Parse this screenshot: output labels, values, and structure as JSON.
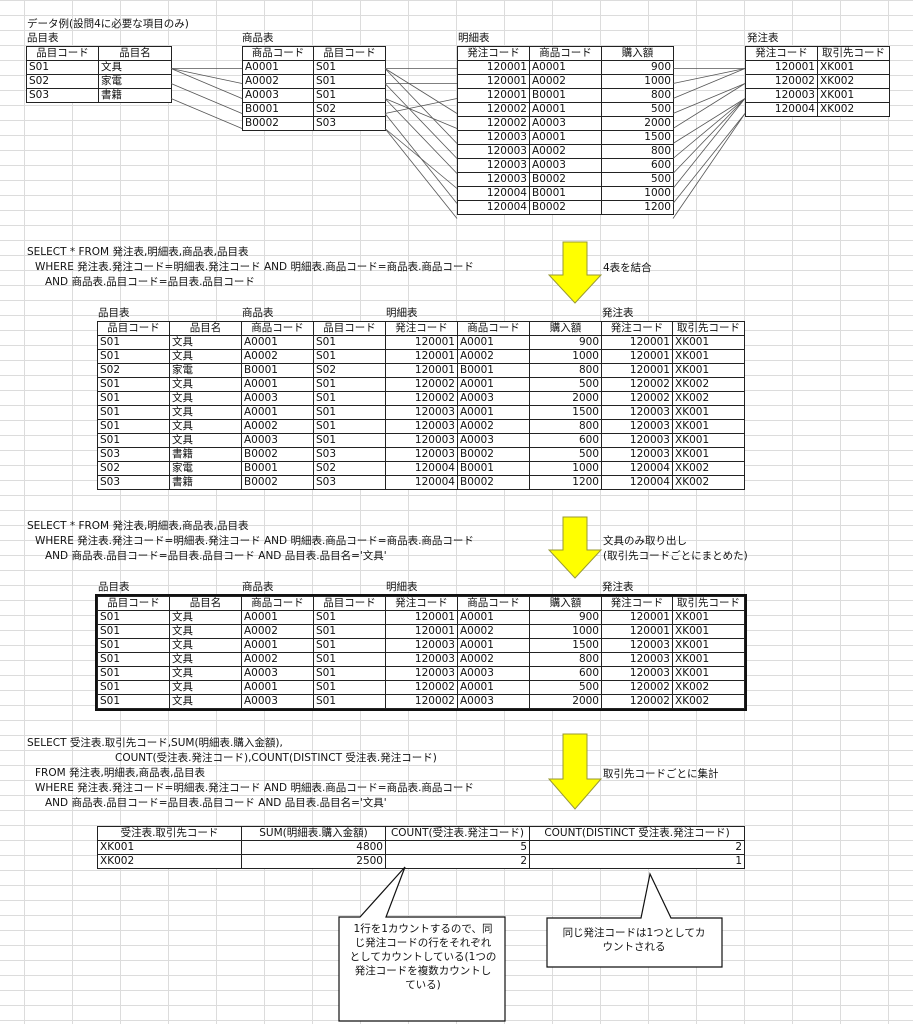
{
  "header": "データ例(設問4に必要な項目のみ)",
  "captions": {
    "hinmoku": "品目表",
    "shohin": "商品表",
    "meisai": "明細表",
    "hatchu": "発注表"
  },
  "colors": {
    "arrow_fill": "#ffff00",
    "arrow_stroke": "#999933",
    "line": "#555555",
    "grid": "#dcdcdc"
  },
  "top": {
    "hinmoku": {
      "headers": [
        "品目コード",
        "品目名"
      ],
      "rows": [
        [
          "S01",
          "文具"
        ],
        [
          "S02",
          "家電"
        ],
        [
          "S03",
          "書籍"
        ]
      ]
    },
    "shohin": {
      "headers": [
        "商品コード",
        "品目コード"
      ],
      "rows": [
        [
          "A0001",
          "S01"
        ],
        [
          "A0002",
          "S01"
        ],
        [
          "A0003",
          "S01"
        ],
        [
          "B0001",
          "S02"
        ],
        [
          "B0002",
          "S03"
        ]
      ]
    },
    "meisai": {
      "headers": [
        "発注コード",
        "商品コード",
        "購入額"
      ],
      "rows": [
        [
          "120001",
          "A0001",
          "900"
        ],
        [
          "120001",
          "A0002",
          "1000"
        ],
        [
          "120001",
          "B0001",
          "800"
        ],
        [
          "120002",
          "A0001",
          "500"
        ],
        [
          "120002",
          "A0003",
          "2000"
        ],
        [
          "120003",
          "A0001",
          "1500"
        ],
        [
          "120003",
          "A0002",
          "800"
        ],
        [
          "120003",
          "A0003",
          "600"
        ],
        [
          "120003",
          "B0002",
          "500"
        ],
        [
          "120004",
          "B0001",
          "1000"
        ],
        [
          "120004",
          "B0002",
          "1200"
        ]
      ]
    },
    "hatchu": {
      "headers": [
        "発注コード",
        "取引先コード"
      ],
      "rows": [
        [
          "120001",
          "XK001"
        ],
        [
          "120002",
          "XK002"
        ],
        [
          "120003",
          "XK001"
        ],
        [
          "120004",
          "XK002"
        ]
      ]
    }
  },
  "section1": {
    "sql": [
      "SELECT * FROM 発注表,明細表,商品表,品目表",
      "WHERE 発注表.発注コード=明細表.発注コード AND 明細表.商品コード=商品表.商品コード",
      "AND 商品表.品目コード=品目表.品目コード"
    ],
    "note": "4表を結合",
    "headers": [
      "品目コード",
      "品目名",
      "商品コード",
      "品目コード",
      "発注コード",
      "商品コード",
      "購入額",
      "発注コード",
      "取引先コード"
    ],
    "rows": [
      [
        "S01",
        "文具",
        "A0001",
        "S01",
        "120001",
        "A0001",
        "900",
        "120001",
        "XK001"
      ],
      [
        "S01",
        "文具",
        "A0002",
        "S01",
        "120001",
        "A0002",
        "1000",
        "120001",
        "XK001"
      ],
      [
        "S02",
        "家電",
        "B0001",
        "S02",
        "120001",
        "B0001",
        "800",
        "120001",
        "XK001"
      ],
      [
        "S01",
        "文具",
        "A0001",
        "S01",
        "120002",
        "A0001",
        "500",
        "120002",
        "XK002"
      ],
      [
        "S01",
        "文具",
        "A0003",
        "S01",
        "120002",
        "A0003",
        "2000",
        "120002",
        "XK002"
      ],
      [
        "S01",
        "文具",
        "A0001",
        "S01",
        "120003",
        "A0001",
        "1500",
        "120003",
        "XK001"
      ],
      [
        "S01",
        "文具",
        "A0002",
        "S01",
        "120003",
        "A0002",
        "800",
        "120003",
        "XK001"
      ],
      [
        "S01",
        "文具",
        "A0003",
        "S01",
        "120003",
        "A0003",
        "600",
        "120003",
        "XK001"
      ],
      [
        "S03",
        "書籍",
        "B0002",
        "S03",
        "120003",
        "B0002",
        "500",
        "120003",
        "XK001"
      ],
      [
        "S02",
        "家電",
        "B0001",
        "S02",
        "120004",
        "B0001",
        "1000",
        "120004",
        "XK002"
      ],
      [
        "S03",
        "書籍",
        "B0002",
        "S03",
        "120004",
        "B0002",
        "1200",
        "120004",
        "XK002"
      ]
    ]
  },
  "section2": {
    "sql": [
      "SELECT * FROM 発注表,明細表,商品表,品目表",
      "WHERE 発注表.発注コード=明細表.発注コード AND 明細表.商品コード=商品表.商品コード",
      "AND 商品表.品目コード=品目表.品目コード AND 品目表.品目名='文具'"
    ],
    "note1": "文具のみ取り出し",
    "note2": "(取引先コードごとにまとめた)",
    "headers": [
      "品目コード",
      "品目名",
      "商品コード",
      "品目コード",
      "発注コード",
      "商品コード",
      "購入額",
      "発注コード",
      "取引先コード"
    ],
    "rows": [
      [
        "S01",
        "文具",
        "A0001",
        "S01",
        "120001",
        "A0001",
        "900",
        "120001",
        "XK001"
      ],
      [
        "S01",
        "文具",
        "A0002",
        "S01",
        "120001",
        "A0002",
        "1000",
        "120001",
        "XK001"
      ],
      [
        "S01",
        "文具",
        "A0001",
        "S01",
        "120003",
        "A0001",
        "1500",
        "120003",
        "XK001"
      ],
      [
        "S01",
        "文具",
        "A0002",
        "S01",
        "120003",
        "A0002",
        "800",
        "120003",
        "XK001"
      ],
      [
        "S01",
        "文具",
        "A0003",
        "S01",
        "120003",
        "A0003",
        "600",
        "120003",
        "XK001"
      ],
      [
        "S01",
        "文具",
        "A0001",
        "S01",
        "120002",
        "A0001",
        "500",
        "120002",
        "XK002"
      ],
      [
        "S01",
        "文具",
        "A0003",
        "S01",
        "120002",
        "A0003",
        "2000",
        "120002",
        "XK002"
      ]
    ]
  },
  "section3": {
    "sql": [
      "SELECT 受注表.取引先コード,SUM(明細表.購入金額),",
      "COUNT(受注表.発注コード),COUNT(DISTINCT 受注表.発注コード)",
      "FROM 発注表,明細表,商品表,品目表",
      "WHERE 発注表.発注コード=明細表.発注コード AND 明細表.商品コード=商品表.商品コード",
      "AND 商品表.品目コード=品目表.品目コード AND 品目表.品目名='文具'"
    ],
    "note": "取引先コードごとに集計",
    "headers": [
      "受注表.取引先コード",
      "SUM(明細表.購入金額)",
      "COUNT(受注表.発注コード)",
      "COUNT(DISTINCT 受注表.発注コード)"
    ],
    "rows": [
      [
        "XK001",
        "4800",
        "5",
        "2"
      ],
      [
        "XK002",
        "2500",
        "2",
        "1"
      ]
    ]
  },
  "callouts": {
    "left": [
      "1行を1カウントするので、同",
      "じ発注コードの行をそれぞれ",
      "としてカウントしている(1つの",
      "発注コードを複数カウントし",
      "ている)"
    ],
    "right": [
      "同じ発注コードは1つとしてカ",
      "ウントされる"
    ]
  }
}
